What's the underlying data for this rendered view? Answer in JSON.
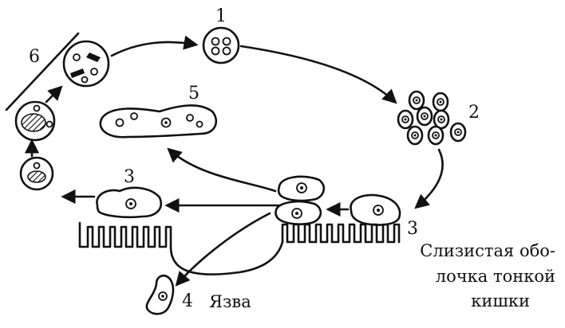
{
  "labels": {
    "stage1": "1",
    "stage2": "2",
    "stage3_left": "3",
    "stage3_right": "3",
    "stage4": "4",
    "stage5": "5",
    "stage6": "6",
    "ulcer": "Язва",
    "mucosa_line1": "Слизистая обо-",
    "mucosa_line2": "лочка тонкой",
    "mucosa_line3": "кишки"
  }
}
